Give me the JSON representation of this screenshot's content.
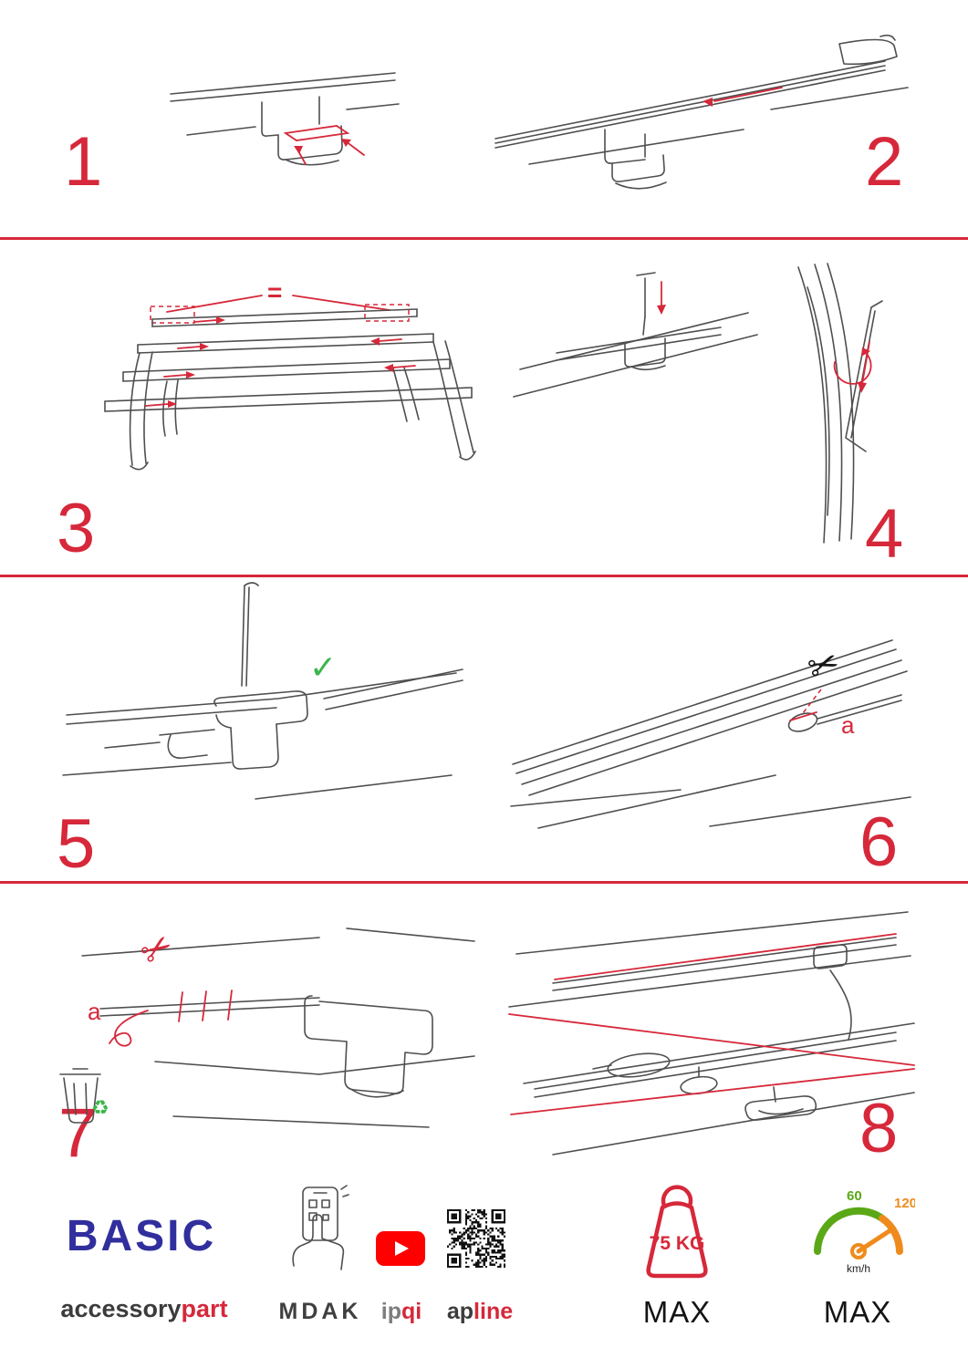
{
  "palette": {
    "accent_red": "#d6283a",
    "line_gray": "#4f4f4f",
    "brand_blue": "#312f9d",
    "check_green": "#3bb54a",
    "speed_green": "#5aa817",
    "speed_orange": "#ef8b1d",
    "youtube_red": "#ff0000"
  },
  "steps": [
    {
      "number": "1"
    },
    {
      "number": "2"
    },
    {
      "number": "3"
    },
    {
      "number": "4"
    },
    {
      "number": "5"
    },
    {
      "number": "6"
    },
    {
      "number": "7"
    },
    {
      "number": "8"
    }
  ],
  "annotations": {
    "equal_sign": "=",
    "step6_cut_label": "a",
    "step7_cut_label": "a"
  },
  "icons": {
    "scissors": "✂",
    "checkmark": "✓",
    "recycle": "♻"
  },
  "footer": {
    "brand_title": "BASIC",
    "brand_sub_dark": "accessory",
    "brand_sub_red": "part",
    "mdak_label": "MDAK",
    "ipqi_label_gray": "ip",
    "ipqi_label_red": "qi",
    "apline_label_dark": "ap",
    "apline_label_red": "line",
    "weight_value": "75 KG",
    "weight_max": "MAX",
    "speed_tick_low": "60",
    "speed_tick_high": "120",
    "speed_unit": "km/h",
    "speed_max": "MAX"
  }
}
